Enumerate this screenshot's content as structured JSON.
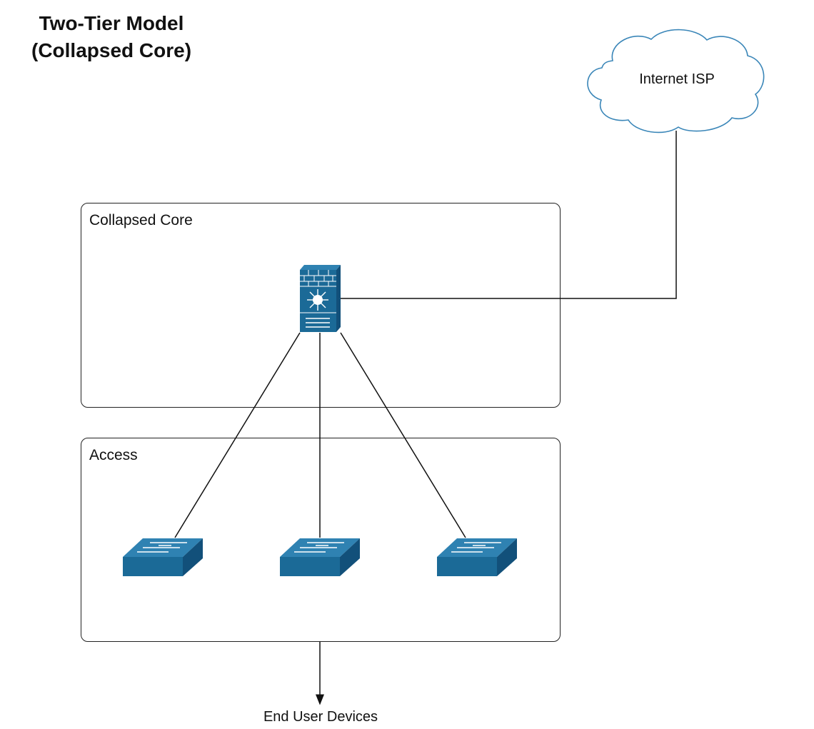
{
  "title": {
    "line1": "Two-Tier Model",
    "line2": "(Collapsed Core)"
  },
  "zones": {
    "core": "Collapsed Core",
    "access": "Access"
  },
  "cloud": {
    "label": "Internet ISP"
  },
  "end_user": {
    "label": "End User Devices"
  },
  "colors": {
    "device": "#1b6a97",
    "device_dark": "#12507a",
    "device_light": "#2f82b2",
    "cloud_stroke": "#3a86b8",
    "line": "#111111"
  },
  "icons": {
    "core_device": "layer3-firewall-switch-icon",
    "access_device": "workgroup-switch-icon",
    "cloud": "cloud-icon"
  }
}
